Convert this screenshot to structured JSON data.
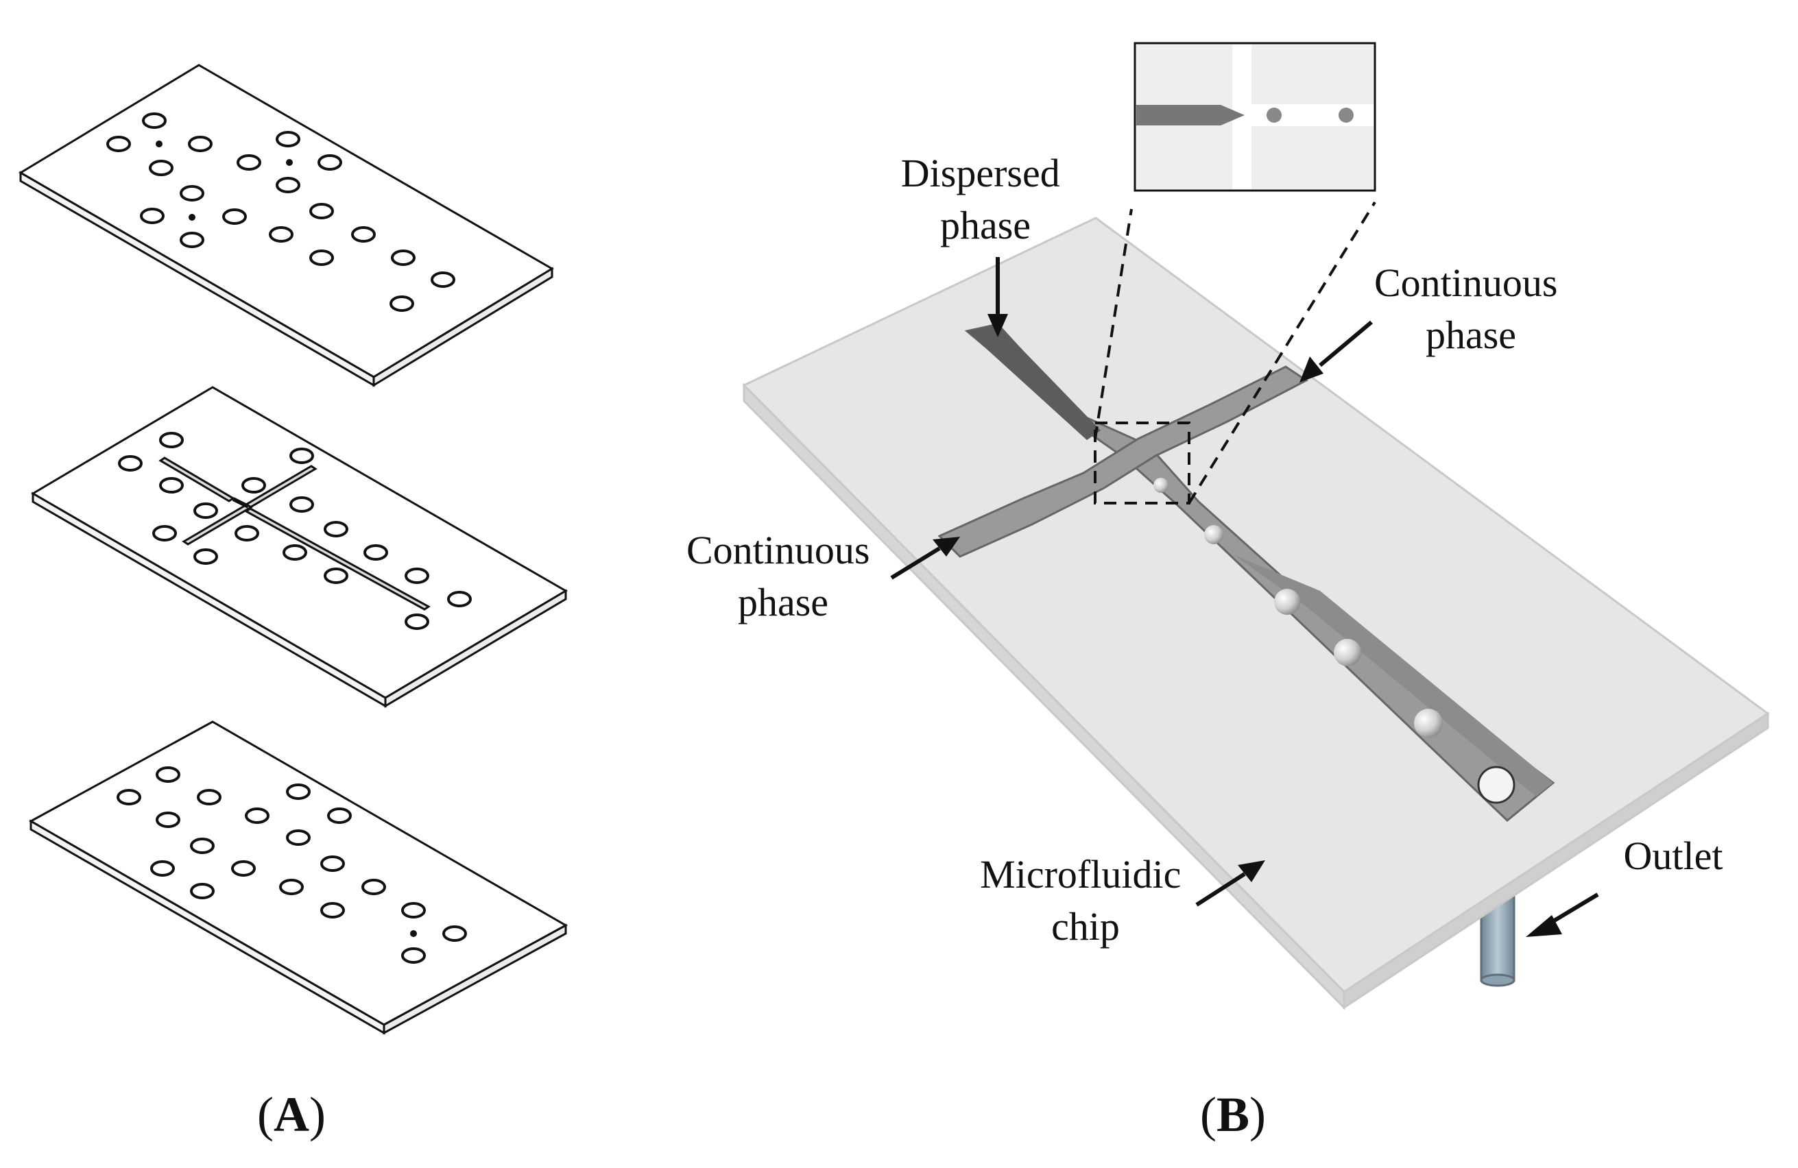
{
  "panels": {
    "A": {
      "open": "(",
      "letter": "A",
      "close": ")"
    },
    "B": {
      "open": "(",
      "letter": "B",
      "close": ")"
    }
  },
  "labels": {
    "dispersed": [
      "Dispersed",
      "phase"
    ],
    "continuous_right": [
      "Continuous",
      "phase"
    ],
    "continuous_left": [
      "Continuous",
      "phase"
    ],
    "chip": [
      "Microfluidic",
      "chip"
    ],
    "outlet": "Outlet"
  },
  "colors": {
    "line": "#111111",
    "chip_fill": "#e6e6e6",
    "chip_edge": "#cfcfcf",
    "channel_fill": "#9a9a9a",
    "channel_dark": "#5c5c5c",
    "inset_fill": "#eeeeee",
    "outlet_fill": "#8aa0ad"
  }
}
